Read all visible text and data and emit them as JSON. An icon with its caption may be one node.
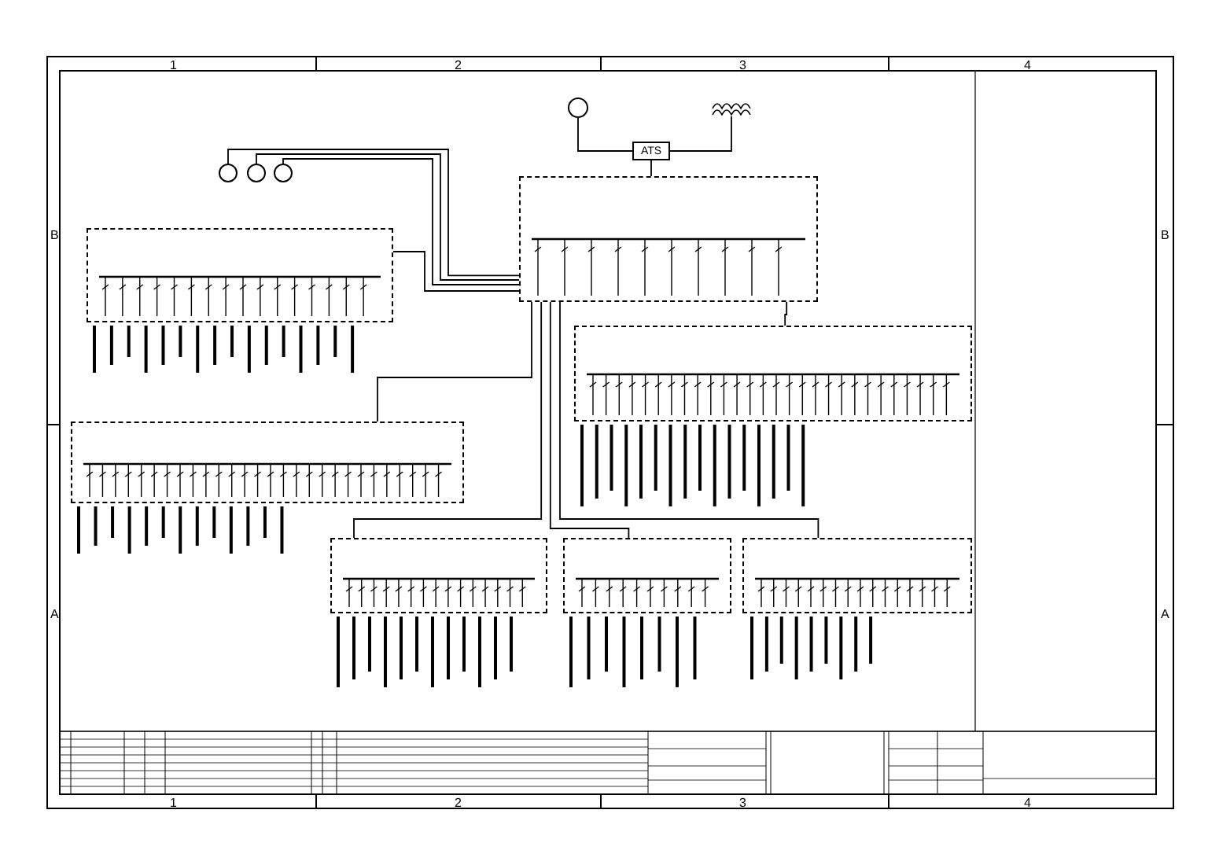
{
  "diagram": {
    "nodes": [
      {
        "text": [],
        "shape": "circle"
      },
      {
        "text": [],
        "shape": "coil"
      },
      {
        "text": [
          "ATS"
        ]
      },
      {
        "text": [],
        "shape": "box"
      },
      {
        "text": [],
        "shape": "box"
      },
      {
        "text": [],
        "shape": "box"
      },
      {
        "text": [],
        "shape": "box"
      },
      {
        "text": [],
        "shape": "box"
      },
      {
        "text": [],
        "shape": "box"
      },
      {
        "text": [],
        "shape": "box"
      },
      {
        "text": [],
        "shape": "circle"
      },
      {
        "text": [],
        "shape": "circle"
      },
      {
        "text": [],
        "shape": "circle"
      }
    ],
    "edges": [
      {
        "from": 0,
        "to": 2,
        "arrow": "none"
      },
      {
        "from": 1,
        "to": 2,
        "arrow": "none"
      },
      {
        "from": 2,
        "to": 3,
        "arrow": "none"
      },
      {
        "from": 3,
        "to": 4,
        "arrow": "none"
      },
      {
        "from": 3,
        "to": 10,
        "arrow": "none"
      },
      {
        "from": 3,
        "to": 11,
        "arrow": "none"
      },
      {
        "from": 3,
        "to": 12,
        "arrow": "none"
      },
      {
        "from": 3,
        "to": 5,
        "arrow": "none"
      },
      {
        "from": 3,
        "to": 6,
        "arrow": "none"
      },
      {
        "from": 3,
        "to": 7,
        "arrow": "none"
      },
      {
        "from": 3,
        "to": 8,
        "arrow": "none"
      },
      {
        "from": 3,
        "to": 9,
        "arrow": "none"
      }
    ],
    "labels": [
      "1",
      "2",
      "3",
      "4",
      "B",
      "B",
      "A",
      "A",
      "1",
      "2",
      "3",
      "4"
    ]
  }
}
